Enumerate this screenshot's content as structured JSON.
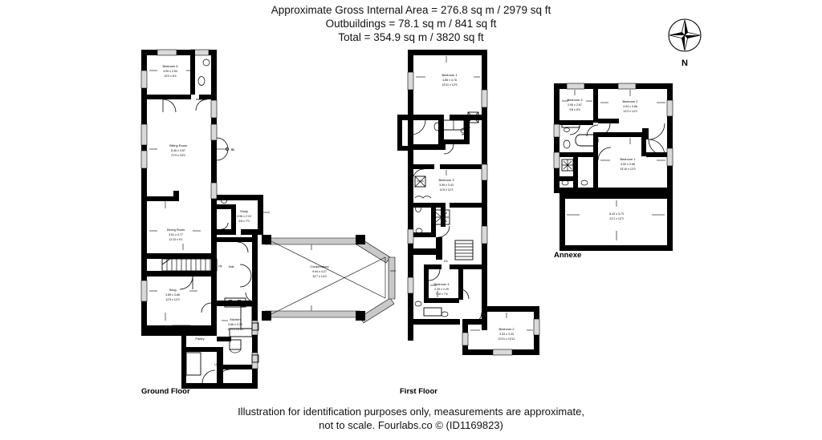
{
  "header": {
    "line1": "Approximate Gross Internal Area = 276.8 sq m / 2979 sq ft",
    "line2": "Outbuildings = 78.1 sq m / 841 sq ft",
    "line3": "Total = 354.9 sq m / 3820 sq ft"
  },
  "footer": {
    "line1": "Illustration for identification purposes only, measurements are approximate,",
    "line2": "not to scale. Fourlabs.co © (ID1169823)"
  },
  "compass": {
    "north_label": "N"
  },
  "floors": [
    {
      "id": "ground",
      "label": "Ground Floor"
    },
    {
      "id": "first",
      "label": "First Floor"
    },
    {
      "id": "annexe",
      "label": "Annexe"
    }
  ],
  "ground_floor": {
    "label": "Ground Floor",
    "entry_marker": "IN",
    "stairs_label": "Up",
    "rooms": [
      {
        "name": "Bedroom 5",
        "metric": "3.05 x 2.54",
        "imperial": "10'0 x 8'4"
      },
      {
        "name": "Sitting Room",
        "metric": "8.46 x 4.57",
        "imperial": "27'9 x 15'0"
      },
      {
        "name": "Dining Room",
        "metric": "3.61 x 2.77",
        "imperial": "11'10 x 9'1"
      },
      {
        "name": "Study",
        "metric": "2.96 x 2.13",
        "imperial": "9'8 x 7'0"
      },
      {
        "name": "Snug",
        "metric": "3.89 x 3.66",
        "imperial": "12'9 x 12'0"
      },
      {
        "name": "Kitchen",
        "metric": "3.66 x 3.30",
        "imperial": "12'0 x 10'10"
      },
      {
        "name": "Conservatory",
        "metric": "9.94 x 4.27",
        "imperial": "32'7 x 14'0"
      },
      {
        "name": "Hall",
        "metric": "",
        "imperial": ""
      },
      {
        "name": "Pantry",
        "metric": "",
        "imperial": ""
      },
      {
        "name": "Utility",
        "metric": "",
        "imperial": ""
      }
    ]
  },
  "first_floor": {
    "label": "First Floor",
    "stairs_label": "Dn",
    "rooms": [
      {
        "name": "Bedroom 1",
        "metric": "4.85 x 3.78",
        "imperial": "15'11 x 12'5"
      },
      {
        "name": "Bedroom 3",
        "metric": "3.59 x 3.43",
        "imperial": "11'9 x 11'3"
      },
      {
        "name": "Bedroom 4",
        "metric": "2.39 x 2.29",
        "imperial": "7'10 x 7'6"
      },
      {
        "name": "Bedroom 2",
        "metric": "3.33 x 3.33",
        "imperial": "10'11 x 10'11"
      }
    ]
  },
  "annexe": {
    "label": "Annexe",
    "rooms": [
      {
        "name": "Bedroom 3",
        "metric": "2.95 x 2.67",
        "imperial": "9'8 x 8'9"
      },
      {
        "name": "Bedroom 2",
        "metric": "4.04 x 3.66",
        "imperial": "13'3 x 12'0"
      },
      {
        "name": "Bedroom 1",
        "metric": "4.52 x 3.66",
        "imperial": "14'10 x 12'0"
      },
      {
        "name": "",
        "metric": "6.43 x 3.73",
        "imperial": "21'1 x 12'3"
      }
    ]
  },
  "colors": {
    "wall": "#000000",
    "window": "#d9d9d9",
    "background": "#ffffff"
  }
}
